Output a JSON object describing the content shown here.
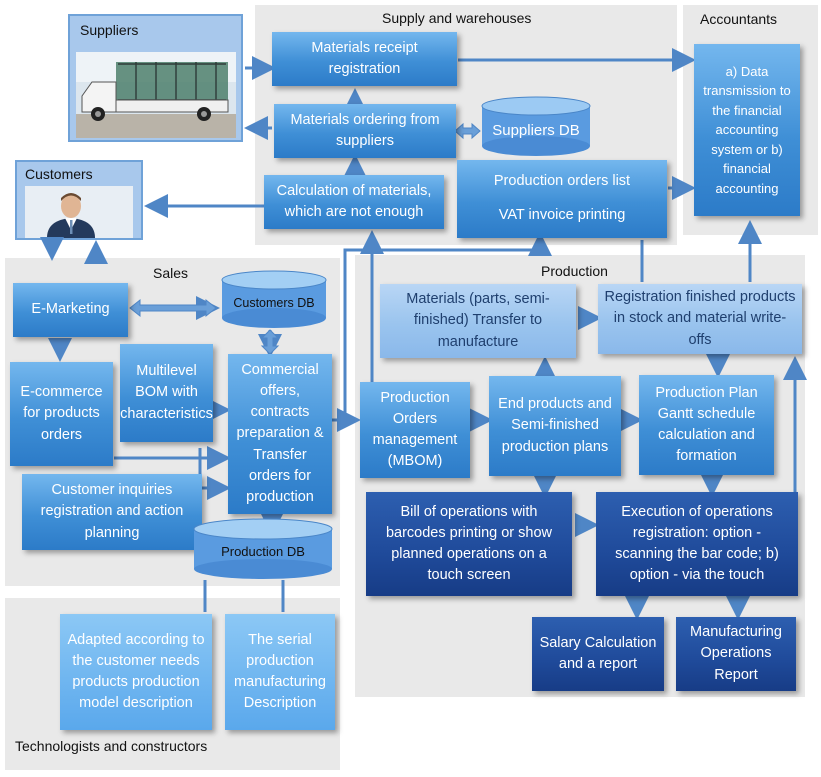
{
  "regions": {
    "supply": "Supply and warehouses",
    "accountants": "Accountants",
    "sales": "Sales",
    "production": "Production",
    "technologists": "Technologists and constructors"
  },
  "panels": {
    "suppliers": "Suppliers",
    "customers": "Customers"
  },
  "boxes": {
    "materials_receipt": "Materials receipt registration",
    "materials_ordering": "Materials ordering from suppliers",
    "calc_materials": "Calculation of materials, which are not enough",
    "prod_orders_list": "Production orders list",
    "vat_invoice": "VAT invoice printing",
    "accounting": "a) Data transmission to the financial accounting system or b) financial accounting",
    "e_marketing": "E-Marketing",
    "e_commerce": "E-commerce for products orders",
    "multilevel_bom": "Multilevel BOM with characteristics",
    "commercial_offers": "Commercial offers, contracts preparation & Transfer orders for production",
    "customer_inquiries": "Customer inquiries registration and action planning",
    "materials_transfer": "Materials (parts, semi-finished) Transfer to manufacture",
    "registration_finished": "Registration finished products in stock and material write-offs",
    "prod_orders_mgmt": "Production Orders management (MBOM)",
    "end_products": "End products and Semi-finished production plans",
    "prod_plan_gantt": "Production Plan Gantt schedule calculation and formation",
    "bill_of_operations": "Bill of operations with barcodes printing or show planned operations on a touch screen",
    "execution_ops": "Execution of operations registration: option - scanning the bar code; b) option - via the touch",
    "salary": "Salary Calculation and a report",
    "mfg_report": "Manufacturing Operations Report",
    "adapted_model": "Adapted according to the customer needs products production model description",
    "serial_production": "The serial production manufacturing Description"
  },
  "databases": {
    "suppliers_db": "Suppliers DB",
    "customers_db": "Customers DB",
    "production_db": "Production  DB"
  },
  "colors": {
    "box_mid": "#3f8fd6",
    "box_dark": "#1f4a9a",
    "box_light": "#9ac4ee",
    "region_bg": "#e9e9e9",
    "arrow": "#4f86c6"
  }
}
